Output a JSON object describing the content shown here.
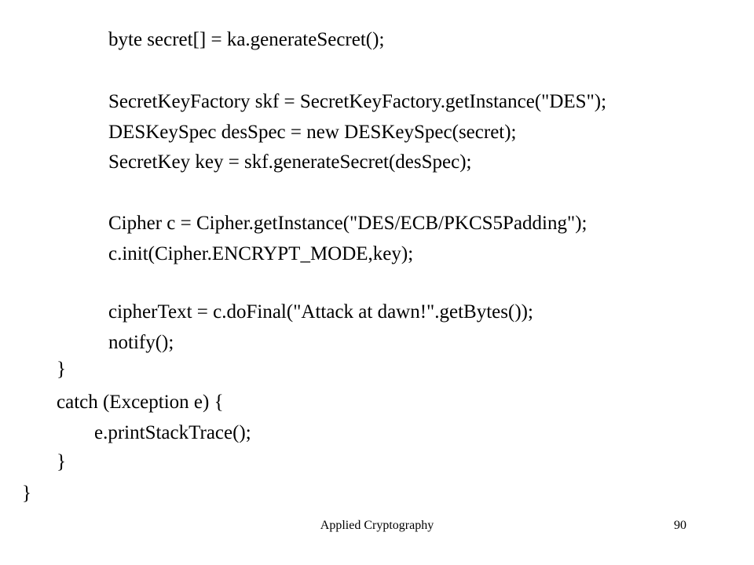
{
  "code_lines": [
    "byte secret[] = ka.generateSecret();",
    "SecretKeyFactory skf = SecretKeyFactory.getInstance(\"DES\");",
    "DESKeySpec desSpec = new DESKeySpec(secret);",
    "SecretKey key = skf.generateSecret(desSpec);",
    "Cipher c = Cipher.getInstance(\"DES/ECB/PKCS5Padding\");",
    "c.init(Cipher.ENCRYPT_MODE,key);",
    "cipherText = c.doFinal(\"Attack at dawn!\".getBytes());",
    "notify();",
    "}",
    "catch (Exception e) {",
    "e.printStackTrace();",
    "}",
    "}"
  ],
  "footer": {
    "title": "Applied Cryptography",
    "page_number": "90"
  }
}
